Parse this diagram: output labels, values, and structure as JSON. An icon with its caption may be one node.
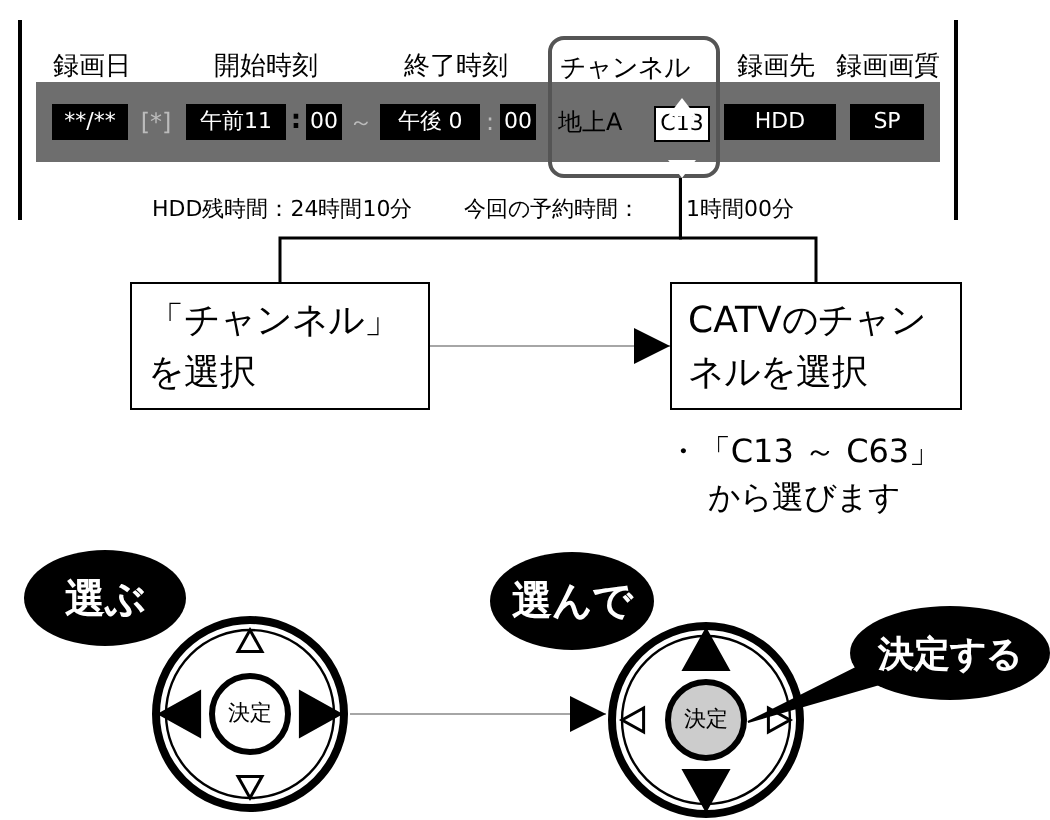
{
  "diagram": {
    "nodes": [
      {
        "text": [
          "チャンネル",
          "地上A",
          "C13"
        ]
      },
      {
        "text": [
          "「チャンネル」を選択"
        ]
      },
      {
        "text": [
          "CATVのチャンネルを選択"
        ],
        "beside": [
          "・「C13 ～ C63」から選びます"
        ]
      },
      {
        "text": [
          "選ぶ"
        ]
      },
      {
        "text": [
          "決定"
        ]
      },
      {
        "text": [
          "選んで"
        ]
      },
      {
        "text": [
          "決定"
        ]
      },
      {
        "text": [
          "決定する"
        ]
      }
    ],
    "edges": [
      {
        "from": 0,
        "to": 1,
        "arrow": "none"
      },
      {
        "from": 0,
        "to": 2,
        "arrow": "none"
      },
      {
        "from": 1,
        "to": 2,
        "arrow": "to"
      },
      {
        "from": 4,
        "to": 6,
        "arrow": "to"
      },
      {
        "from": 7,
        "to": 6,
        "arrow": "none"
      }
    ],
    "labels": [
      "録画日",
      "開始時刻",
      "終了時刻",
      "録画先",
      "録画画質",
      "**/**",
      "[*]",
      "午前11",
      ":",
      "00",
      "～",
      "午後 0",
      ":",
      "00",
      "HDD",
      "SP",
      "HDD残時間：24時間10分",
      "今回の予約時間：",
      "1時間00分"
    ]
  }
}
